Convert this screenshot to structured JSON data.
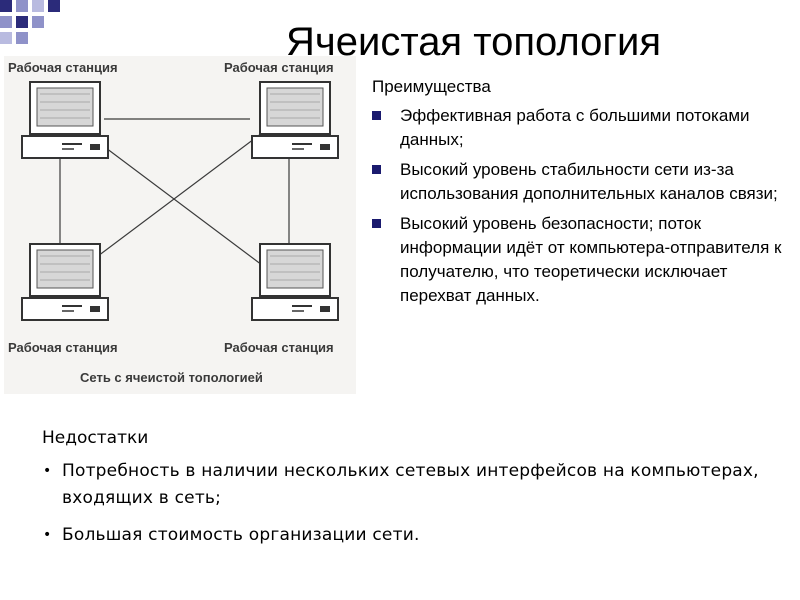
{
  "slide": {
    "title": "Ячеистая топология"
  },
  "figure": {
    "workstations": [
      {
        "label": "Рабочая станция"
      },
      {
        "label": "Рабочая станция"
      },
      {
        "label": "Рабочая станция"
      },
      {
        "label": "Рабочая станция"
      }
    ],
    "caption": "Сеть с ячеистой топологией"
  },
  "advantages": {
    "heading": "Преимущества",
    "items": [
      "Эффективная работа с большими потоками данных;",
      "Высокий уровень стабильности сети из-за использования дополнительных каналов связи;",
      "Высокий уровень безопасности; поток информации идёт от компьютера-отправителя к получателю, что теоретически исключает перехват данных."
    ]
  },
  "disadvantages": {
    "heading": "Недостатки",
    "items": [
      "Потребность в наличии нескольких сетевых интерфейсов на компьютерах, входящих в сеть;",
      "Большая стоимость организации сети."
    ]
  },
  "colors": {
    "bullet_square": "#1a1a6e",
    "corner_dark": "#2b2b7a",
    "corner_light": "#8f92c9"
  }
}
